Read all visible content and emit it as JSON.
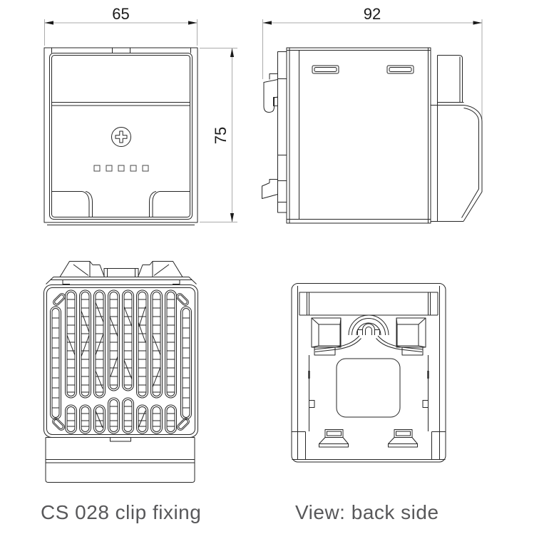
{
  "dimensions": {
    "width_65": "65",
    "depth_92": "92",
    "height_75": "75"
  },
  "captions": {
    "left": "CS 028 clip fixing",
    "right": "View: back side"
  },
  "colors": {
    "line": "#262626",
    "detail_line": "#4a4a4a",
    "dim_line": "#ababab",
    "dim_text": "#1a1a1a",
    "caption_text": "#58585a",
    "page_bg": "#ffffff"
  }
}
